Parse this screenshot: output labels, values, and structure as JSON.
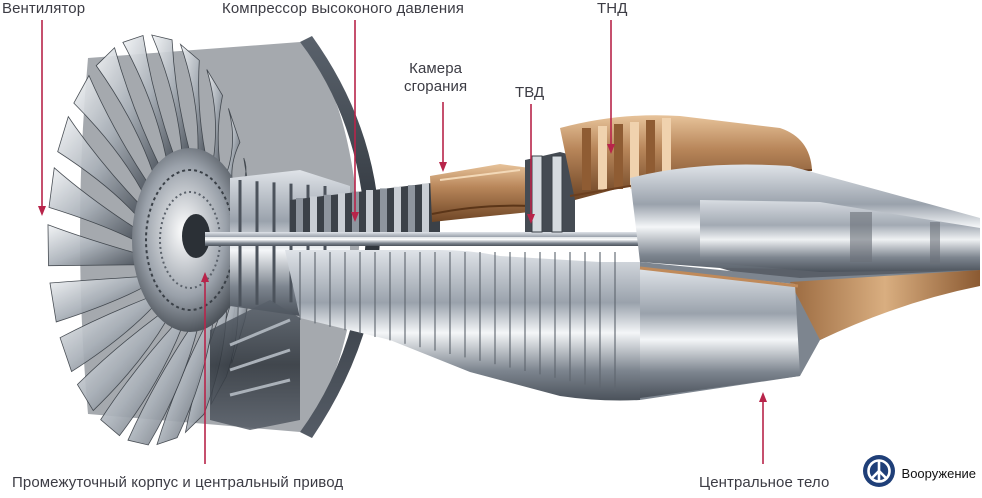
{
  "labels": {
    "fan": "Вентилятор",
    "hp_compressor": "Компрессор высоконого давления",
    "combustion_chamber_line1": "Камера",
    "combustion_chamber_line2": "сгорания",
    "hpt": "ТВД",
    "lpt": "ТНД",
    "intermediate_case": "Промежуточный корпус и центральный привод",
    "center_body": "Центральное тело"
  },
  "watermark": {
    "text": "Вооружение"
  },
  "colors": {
    "label_text": "#3c3c44",
    "callout_line": "#b8244a",
    "steel_dark": "#3f464f",
    "steel_mid": "#8c949e",
    "steel_light": "#e1e5ea",
    "copper": "#b8865a",
    "copper_dark": "#7a4e2c",
    "badge_blue": "#1f3f78"
  },
  "icons": {
    "watermark_logo": "peace-sign-icon"
  }
}
